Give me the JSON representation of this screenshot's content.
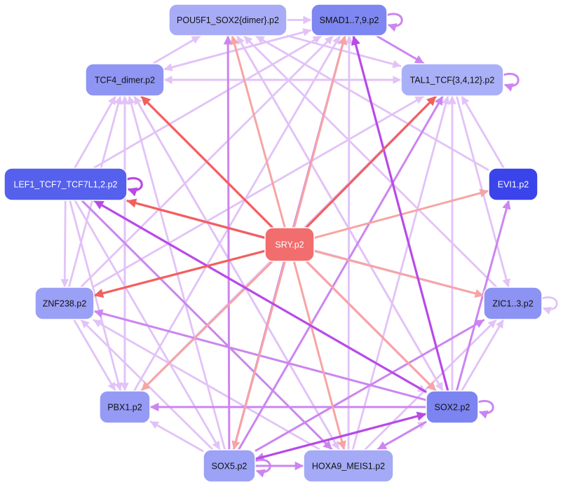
{
  "colors": {
    "background": "#ffffff",
    "node_border": "#ffffff",
    "edge_red": "#f25f5f",
    "edge_salmon": "#f7a4a4",
    "edge_purple": "#b84ae8",
    "edge_violet": "#cc85f0",
    "edge_lilac": "#e2c2f7"
  },
  "nodes": [
    {
      "id": "pou5f1",
      "label": "POU5F1_SOX2{dimer}.p2",
      "fill": "#a8acf6",
      "text": "#111111"
    },
    {
      "id": "smad",
      "label": "SMAD1..7,9.p2",
      "fill": "#7e86f1",
      "text": "#111111"
    },
    {
      "id": "tcf4",
      "label": "TCF4_dimer.p2",
      "fill": "#8f95f3",
      "text": "#111111"
    },
    {
      "id": "tal1",
      "label": "TAL1_TCF{3,4,12}.p2",
      "fill": "#aab0f7",
      "text": "#111111"
    },
    {
      "id": "lef1",
      "label": "LEF1_TCF7_TCF7L1,2.p2",
      "fill": "#5560ec",
      "text": "#ffffff"
    },
    {
      "id": "evi1",
      "label": "EVI1.p2",
      "fill": "#3a44ea",
      "text": "#ffffff"
    },
    {
      "id": "sry",
      "label": "SRY.p2",
      "fill": "#f26d6d",
      "text": "#ffffff"
    },
    {
      "id": "znf238",
      "label": "ZNF238.p2",
      "fill": "#9aa0f5",
      "text": "#111111"
    },
    {
      "id": "zic",
      "label": "ZIC1..3.p2",
      "fill": "#8c93f3",
      "text": "#111111"
    },
    {
      "id": "pbx1",
      "label": "PBX1.p2",
      "fill": "#959bf4",
      "text": "#111111"
    },
    {
      "id": "sox2",
      "label": "SOX2.p2",
      "fill": "#7c84f1",
      "text": "#111111"
    },
    {
      "id": "sox5",
      "label": "SOX5.p2",
      "fill": "#9ca2f5",
      "text": "#111111"
    },
    {
      "id": "hoxa9",
      "label": "HOXA9_MEIS1.p2",
      "fill": "#a4aaf6",
      "text": "#111111"
    }
  ],
  "edges": [
    [
      "sry",
      "lef1",
      "red"
    ],
    [
      "sry",
      "tcf4",
      "red"
    ],
    [
      "sry",
      "znf238",
      "red"
    ],
    [
      "sry",
      "tal1",
      "red"
    ],
    [
      "sry",
      "pou5f1",
      "salmon"
    ],
    [
      "sry",
      "smad",
      "salmon"
    ],
    [
      "sry",
      "evi1",
      "salmon"
    ],
    [
      "sry",
      "zic",
      "salmon"
    ],
    [
      "sry",
      "pbx1",
      "salmon"
    ],
    [
      "sry",
      "sox5",
      "salmon"
    ],
    [
      "sry",
      "hoxa9",
      "salmon"
    ],
    [
      "sry",
      "sox2",
      "salmon"
    ],
    [
      "sox2",
      "smad",
      "purple"
    ],
    [
      "sox2",
      "lef1",
      "purple"
    ],
    [
      "sox2",
      "znf238",
      "violet"
    ],
    [
      "sox2",
      "pbx1",
      "violet"
    ],
    [
      "sox2",
      "sox5",
      "violet"
    ],
    [
      "sox2",
      "tal1",
      "lilac"
    ],
    [
      "sox2",
      "pou5f1",
      "lilac"
    ],
    [
      "sox2",
      "tcf4",
      "lilac"
    ],
    [
      "sox2",
      "zic",
      "lilac"
    ],
    [
      "sox2",
      "evi1",
      "violet"
    ],
    [
      "sox2",
      "hoxa9",
      "violet"
    ],
    [
      "sox5",
      "sox2",
      "purple"
    ],
    [
      "sox5",
      "smad",
      "violet"
    ],
    [
      "sox5",
      "pou5f1",
      "violet"
    ],
    [
      "sox5",
      "tal1",
      "violet"
    ],
    [
      "sox5",
      "hoxa9",
      "violet"
    ],
    [
      "sox5",
      "pbx1",
      "lilac"
    ],
    [
      "sox5",
      "tcf4",
      "lilac"
    ],
    [
      "sox5",
      "zic",
      "violet"
    ],
    [
      "sox5",
      "znf238",
      "lilac"
    ],
    [
      "lef1",
      "znf238",
      "lilac"
    ],
    [
      "lef1",
      "pbx1",
      "lilac"
    ],
    [
      "lef1",
      "sox5",
      "lilac"
    ],
    [
      "lef1",
      "hoxa9",
      "violet"
    ],
    [
      "lef1",
      "smad",
      "lilac"
    ],
    [
      "lef1",
      "tcf4",
      "lilac"
    ],
    [
      "lef1",
      "zic",
      "lilac"
    ],
    [
      "lef1",
      "sox2",
      "lilac"
    ],
    [
      "tcf4",
      "tal1",
      "lilac"
    ],
    [
      "tcf4",
      "smad",
      "lilac"
    ],
    [
      "tcf4",
      "pou5f1",
      "lilac"
    ],
    [
      "tcf4",
      "sox2",
      "violet"
    ],
    [
      "tcf4",
      "pbx1",
      "lilac"
    ],
    [
      "tcf4",
      "hoxa9",
      "lilac"
    ],
    [
      "pou5f1",
      "smad",
      "lilac"
    ],
    [
      "pou5f1",
      "tal1",
      "lilac"
    ],
    [
      "pou5f1",
      "sox2",
      "lilac"
    ],
    [
      "smad",
      "tal1",
      "violet"
    ],
    [
      "smad",
      "tcf4",
      "lilac"
    ],
    [
      "evi1",
      "pou5f1",
      "lilac"
    ],
    [
      "evi1",
      "tal1",
      "lilac"
    ],
    [
      "zic",
      "pou5f1",
      "lilac"
    ],
    [
      "zic",
      "lef1",
      "lilac"
    ],
    [
      "znf238",
      "smad",
      "lilac"
    ],
    [
      "znf238",
      "tal1",
      "lilac"
    ],
    [
      "znf238",
      "tcf4",
      "lilac"
    ],
    [
      "znf238",
      "pbx1",
      "lilac"
    ],
    [
      "pbx1",
      "smad",
      "lilac"
    ],
    [
      "pbx1",
      "tal1",
      "lilac"
    ],
    [
      "pbx1",
      "tcf4",
      "lilac"
    ],
    [
      "hoxa9",
      "smad",
      "lilac"
    ],
    [
      "hoxa9",
      "tal1",
      "lilac"
    ],
    [
      "hoxa9",
      "zic",
      "lilac"
    ],
    [
      "hoxa9",
      "tcf4",
      "lilac"
    ],
    [
      "hoxa9",
      "znf238",
      "lilac"
    ],
    [
      "hoxa9",
      "sox2",
      "lilac"
    ],
    [
      "tal1",
      "zic",
      "lilac"
    ],
    [
      "tal1",
      "tcf4",
      "lilac"
    ]
  ],
  "self_loops": [
    [
      "smad",
      "violet"
    ],
    [
      "tal1",
      "violet"
    ],
    [
      "lef1",
      "purple"
    ],
    [
      "zic",
      "lilac"
    ],
    [
      "sox2",
      "violet"
    ],
    [
      "sox5",
      "violet"
    ]
  ]
}
